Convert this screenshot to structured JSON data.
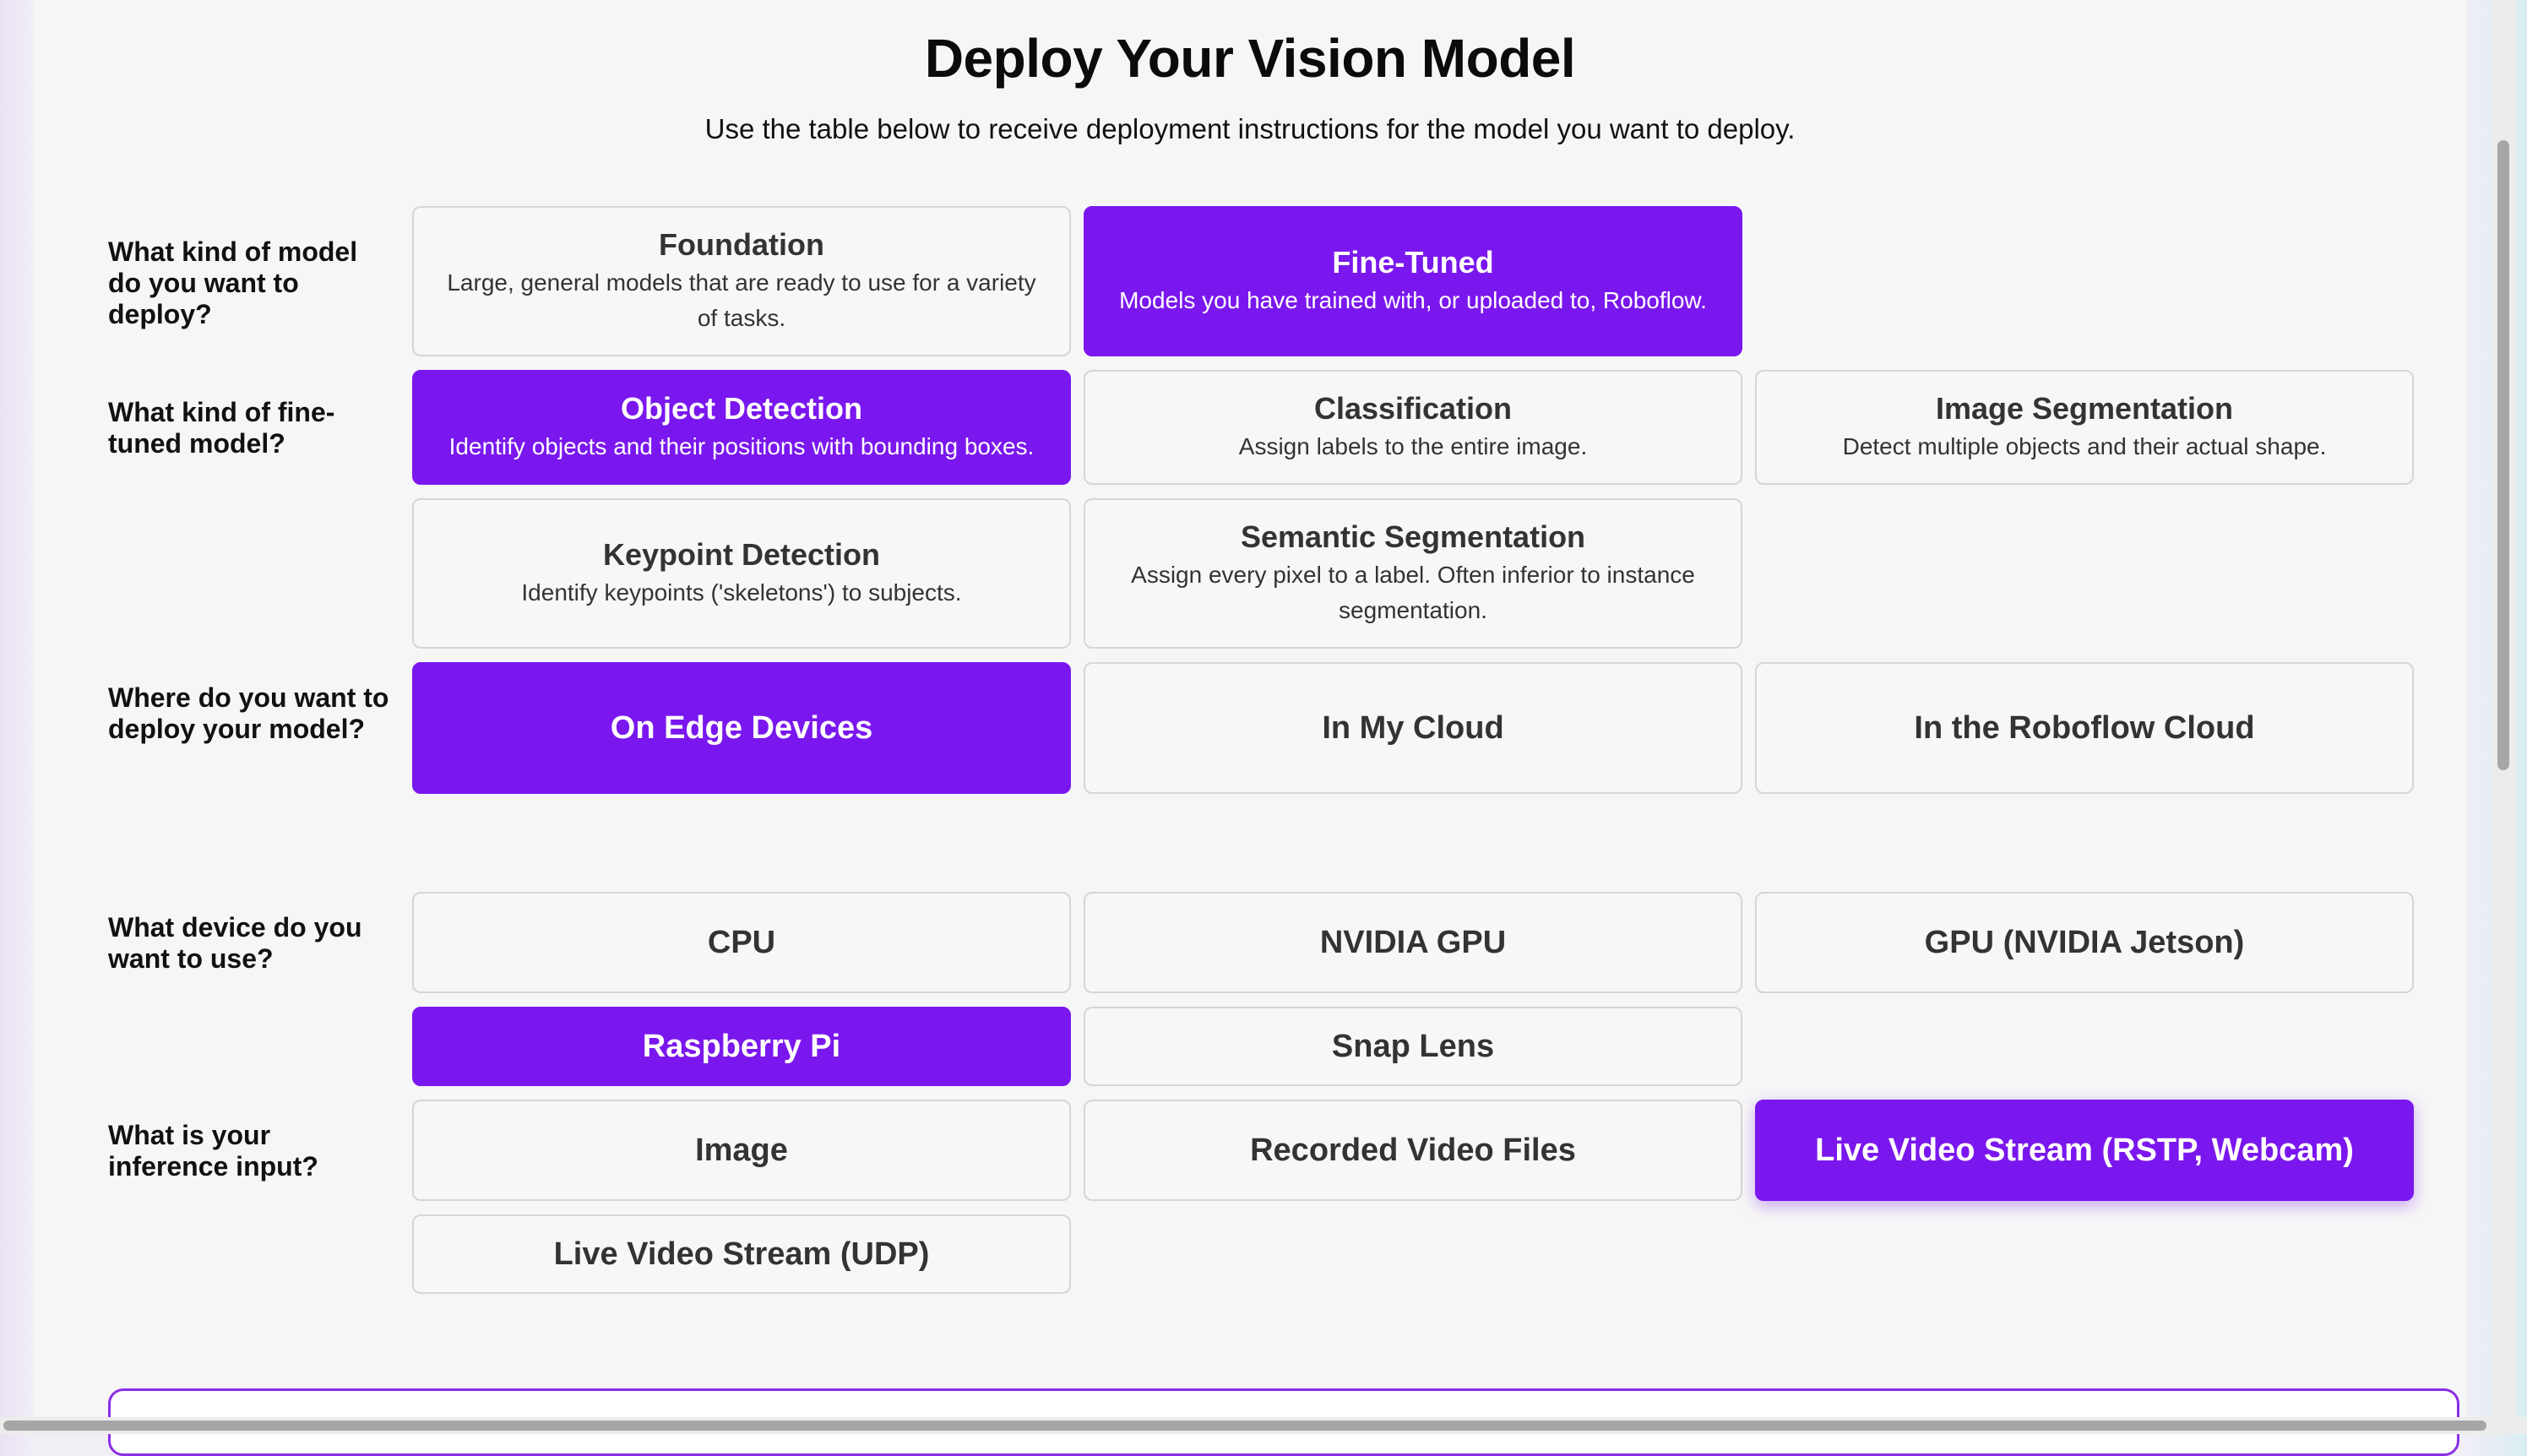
{
  "header": {
    "title": "Deploy Your Vision Model",
    "subtitle": "Use the table below to receive deployment instructions for the model you want to deploy."
  },
  "questions": {
    "model_kind": "What kind of model do you want to deploy?",
    "finetuned_kind": "What kind of fine-tuned model?",
    "deploy_where": "Where do you want to deploy your model?",
    "device": "What device do you want to use?",
    "input": "What is your inference input?"
  },
  "model_kind": {
    "foundation": {
      "title": "Foundation",
      "desc": "Large, general models that are ready to use for a variety of tasks.",
      "selected": false
    },
    "fine_tuned": {
      "title": "Fine-Tuned",
      "desc": "Models you have trained with, or uploaded to, Roboflow.",
      "selected": true
    }
  },
  "finetuned_kind": {
    "object_detection": {
      "title": "Object Detection",
      "desc": "Identify objects and their positions with bounding boxes.",
      "selected": true
    },
    "classification": {
      "title": "Classification",
      "desc": "Assign labels to the entire image.",
      "selected": false
    },
    "image_segmentation": {
      "title": "Image Segmentation",
      "desc": "Detect multiple objects and their actual shape.",
      "selected": false
    },
    "keypoint_detection": {
      "title": "Keypoint Detection",
      "desc": "Identify keypoints ('skeletons') to subjects.",
      "selected": false
    },
    "semantic_segmentation": {
      "title": "Semantic Segmentation",
      "desc": "Assign every pixel to a label. Often inferior to instance segmentation.",
      "selected": false
    }
  },
  "deploy_where": {
    "edge": {
      "title": "On Edge Devices",
      "selected": true
    },
    "my_cloud": {
      "title": "In My Cloud",
      "selected": false
    },
    "roboflow_cloud": {
      "title": "In the Roboflow Cloud",
      "selected": false
    }
  },
  "device": {
    "cpu": {
      "title": "CPU",
      "selected": false
    },
    "nvidia_gpu": {
      "title": "NVIDIA GPU",
      "selected": false
    },
    "jetson": {
      "title": "GPU (NVIDIA Jetson)",
      "selected": false
    },
    "raspberry_pi": {
      "title": "Raspberry Pi",
      "selected": true
    },
    "snap_lens": {
      "title": "Snap Lens",
      "selected": false
    }
  },
  "input": {
    "image": {
      "title": "Image",
      "selected": false
    },
    "recorded_video": {
      "title": "Recorded Video Files",
      "selected": false
    },
    "live_rstp": {
      "title": "Live Video Stream (RSTP, Webcam)",
      "selected": true
    },
    "live_udp": {
      "title": "Live Video Stream (UDP)",
      "selected": false
    }
  },
  "colors": {
    "accent": "#7a17ee",
    "card_border": "#d6d6d6",
    "card_bg": "#f7f7f7",
    "page_bg": "#f6f6f6"
  }
}
